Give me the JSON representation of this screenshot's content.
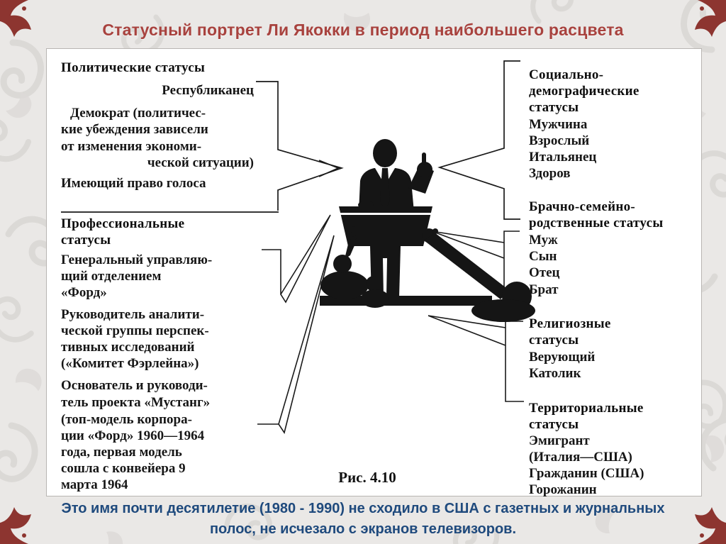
{
  "title": "Статусный портрет Ли Якокки в период наибольшего расцвета",
  "footer": {
    "line1": "Это имя почти десятилетие (1980 - 1990) не сходило в США с газетных и журнальных",
    "line2": "полос, не исчезало с экранов телевизоров."
  },
  "figure": {
    "caption": "Рис. 4.10",
    "illustration": "speaker-at-podium-with-audience-silhouette"
  },
  "colors": {
    "title_text": "#a8423e",
    "footer_text": "#1f4a7d",
    "page_background": "#eae8e6",
    "damask_motif": "#d9d6d4",
    "corner_ornament": "#8d3530",
    "panel_background": "#ffffff",
    "diagram_ink": "#161616"
  },
  "diagram": {
    "left": {
      "political_heading": "Политические статусы",
      "political": {
        "republican": "Республиканец",
        "democrat_l1": "Демократ (политичес-",
        "democrat_l2": "кие убеждения зависели",
        "democrat_l3": "от изменения экономи-",
        "democrat_l4": "ческой ситуации)",
        "voter": "Имеющий право голоса"
      },
      "professional_heading_l1": "Профессиональные",
      "professional_heading_l2": "статусы",
      "professional": {
        "gm_l1": "Генеральный управляю-",
        "gm_l2": "щий отделением",
        "gm_l3": "«Форд»",
        "an_l1": "Руководитель аналити-",
        "an_l2": "ческой группы перспек-",
        "an_l3": "тивных исследований",
        "an_l4": "(«Комитет Фэрлейна»)",
        "mu_l1": "Основатель и руководи-",
        "mu_l2": "тель проекта «Мустанг»",
        "mu_l3": "(топ-модель корпора-",
        "mu_l4": "ции «Форд» 1960—1964",
        "mu_l5": "года, первая модель",
        "mu_l6": "сошла с конвейера 9",
        "mu_l7": "марта 1964"
      }
    },
    "right": {
      "sociodem_heading_l1": "Социально-",
      "sociodem_heading_l2": "демографические",
      "sociodem_heading_l3": "статусы",
      "sociodem_items": [
        "Мужчина",
        "Взрослый",
        "Итальянец",
        "Здоров"
      ],
      "family_heading_l1": "Брачно-семейно-",
      "family_heading_l2": "родственные статусы",
      "family_items": [
        "Муж",
        "Сын",
        "Отец",
        "Брат"
      ],
      "religious_heading_l1": "Религиозные",
      "religious_heading_l2": "статусы",
      "religious_items": [
        "Верующий",
        "Католик"
      ],
      "territorial_heading_l1": "Территориальные",
      "territorial_heading_l2": "статусы",
      "territorial_items": [
        "Эмигрант",
        "(Италия—США)",
        "Гражданин (США)",
        "Горожанин"
      ]
    }
  }
}
